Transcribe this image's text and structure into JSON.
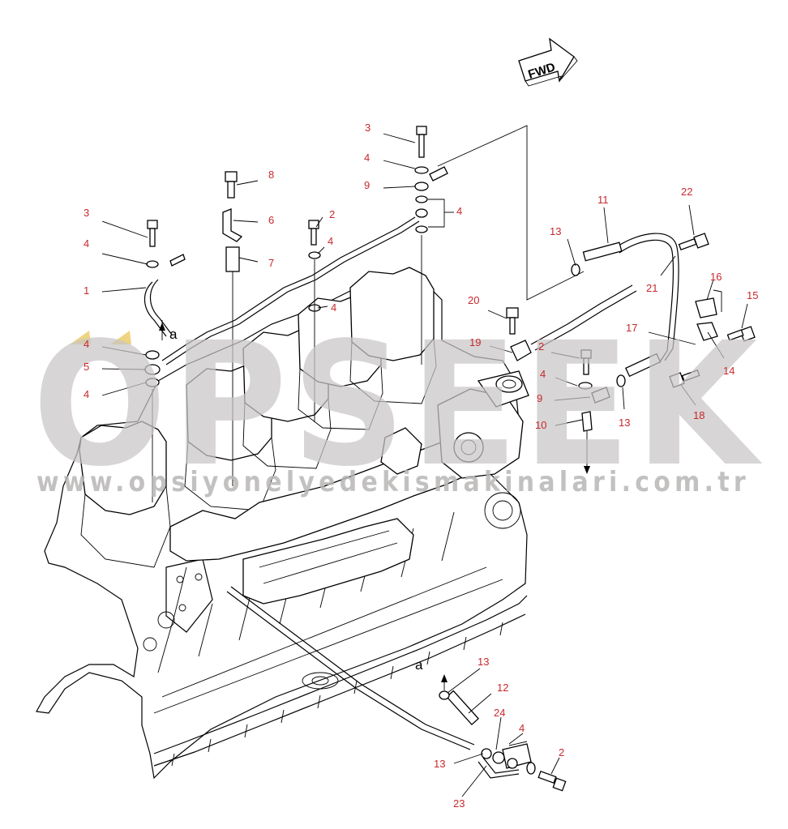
{
  "fwd_label": "FWD",
  "watermark": {
    "brand": "OPSEEK",
    "url": "www.opsiyonelyedekismakinalari.com.tr"
  },
  "reference_letters": [
    "a",
    "a"
  ],
  "callouts": [
    {
      "id": "c1",
      "label": "3"
    },
    {
      "id": "c2",
      "label": "4"
    },
    {
      "id": "c3",
      "label": "9"
    },
    {
      "id": "c4",
      "label": "4"
    },
    {
      "id": "c5",
      "label": "8"
    },
    {
      "id": "c6",
      "label": "6"
    },
    {
      "id": "c7",
      "label": "7"
    },
    {
      "id": "c8",
      "label": "2"
    },
    {
      "id": "c9",
      "label": "4"
    },
    {
      "id": "c10",
      "label": "4"
    },
    {
      "id": "c11",
      "label": "3"
    },
    {
      "id": "c12",
      "label": "4"
    },
    {
      "id": "c13",
      "label": "1"
    },
    {
      "id": "c14",
      "label": "4"
    },
    {
      "id": "c15",
      "label": "5"
    },
    {
      "id": "c16",
      "label": "4"
    },
    {
      "id": "c17",
      "label": "11"
    },
    {
      "id": "c18",
      "label": "22"
    },
    {
      "id": "c19",
      "label": "13"
    },
    {
      "id": "c20",
      "label": "21"
    },
    {
      "id": "c21",
      "label": "16"
    },
    {
      "id": "c22",
      "label": "15"
    },
    {
      "id": "c23",
      "label": "20"
    },
    {
      "id": "c24",
      "label": "17"
    },
    {
      "id": "c25",
      "label": "14"
    },
    {
      "id": "c26",
      "label": "19"
    },
    {
      "id": "c27",
      "label": "2"
    },
    {
      "id": "c28",
      "label": "4"
    },
    {
      "id": "c29",
      "label": "9"
    },
    {
      "id": "c30",
      "label": "13"
    },
    {
      "id": "c31",
      "label": "18"
    },
    {
      "id": "c32",
      "label": "10"
    },
    {
      "id": "c33",
      "label": "13"
    },
    {
      "id": "c34",
      "label": "12"
    },
    {
      "id": "c35",
      "label": "24"
    },
    {
      "id": "c36",
      "label": "4"
    },
    {
      "id": "c37",
      "label": "13"
    },
    {
      "id": "c38",
      "label": "2"
    },
    {
      "id": "c39",
      "label": "23"
    }
  ]
}
